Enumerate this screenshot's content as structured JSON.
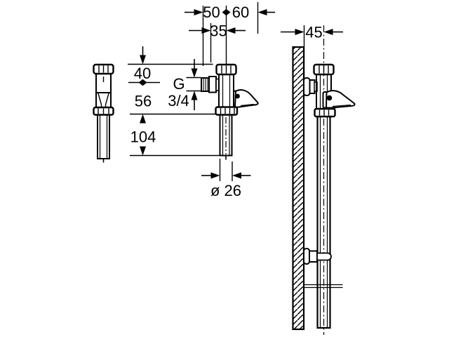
{
  "drawing": {
    "kind": "technical dimension drawing",
    "subject": "wall-mounted pressure flush valve with flush pipe, three views",
    "colors": {
      "ink": "#000000",
      "background": "#ffffff"
    },
    "dims": {
      "d50": "50",
      "d60": "60",
      "d35": "35",
      "d45": "45",
      "d40": "40",
      "d56": "56",
      "d104": "104",
      "thread_g": "G",
      "thread_34": "3/4",
      "pipe_dia": "ø 26"
    }
  }
}
